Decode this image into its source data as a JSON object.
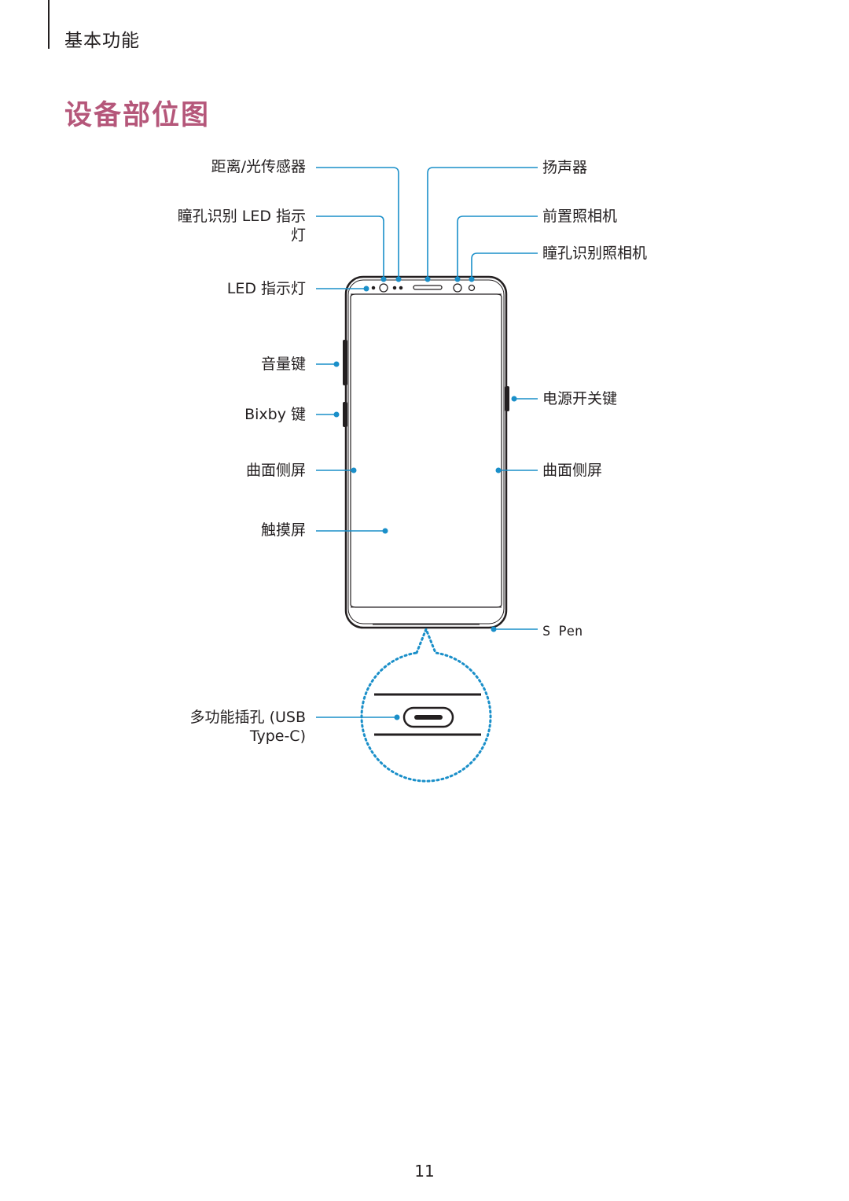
{
  "header": {
    "section_title": "基本功能"
  },
  "page_title": "设备部位图",
  "labels": {
    "proximity_light_sensor": "距离/光传感器",
    "iris_led_line1": "瞳孔识别 LED 指示",
    "iris_led_line2": "灯",
    "led_indicator": "LED 指示灯",
    "volume_key": "音量键",
    "bixby_key": "Bixby 键",
    "edge_screen_left": "曲面侧屏",
    "touchscreen": "触摸屏",
    "multipurpose_jack_line1": "多功能插孔 (USB",
    "multipurpose_jack_line2": "Type-C)",
    "speaker": "扬声器",
    "front_camera": "前置照相机",
    "iris_camera": "瞳孔识别照相机",
    "power_key": "电源开关键",
    "edge_screen_right": "曲面侧屏",
    "s_pen": "S Pen"
  },
  "page_number": "11",
  "colors": {
    "heading": "#b5577a",
    "callout": "#1a8fc9",
    "text": "#231f20"
  }
}
